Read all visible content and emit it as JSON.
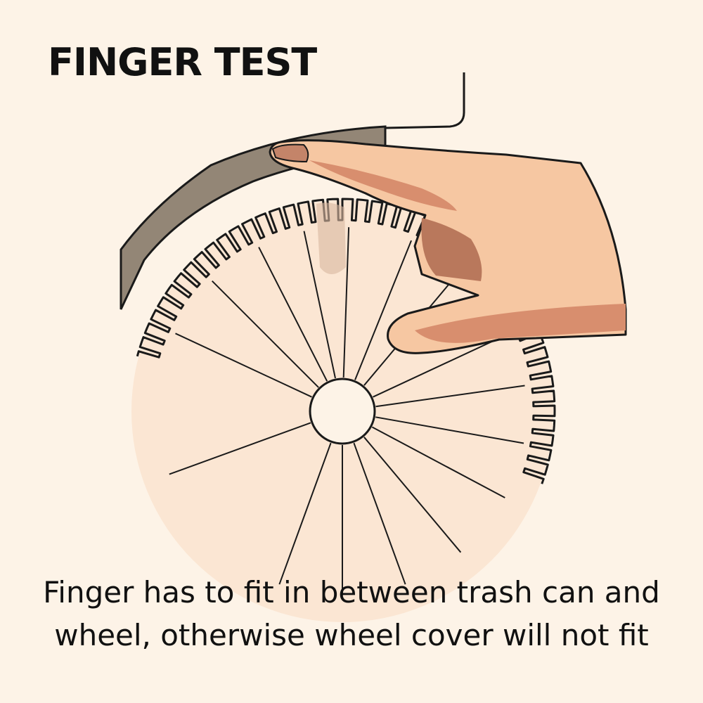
{
  "title": "FINGER TEST",
  "caption": {
    "line1": "Finger has to fit in between trash can and",
    "line2": "wheel, otherwise wheel cover will not fit"
  },
  "colors": {
    "background": "#fdf3e7",
    "wheel_fill": "#fbe6d3",
    "skin": "#f6c7a2",
    "skin_shadow": "#d88e6e",
    "bin_edge": "#938676",
    "outline": "#1a1a1a"
  },
  "icons": {
    "wheel": "wheel-icon",
    "hand": "hand-icon",
    "trash_can": "trash-can-icon"
  }
}
